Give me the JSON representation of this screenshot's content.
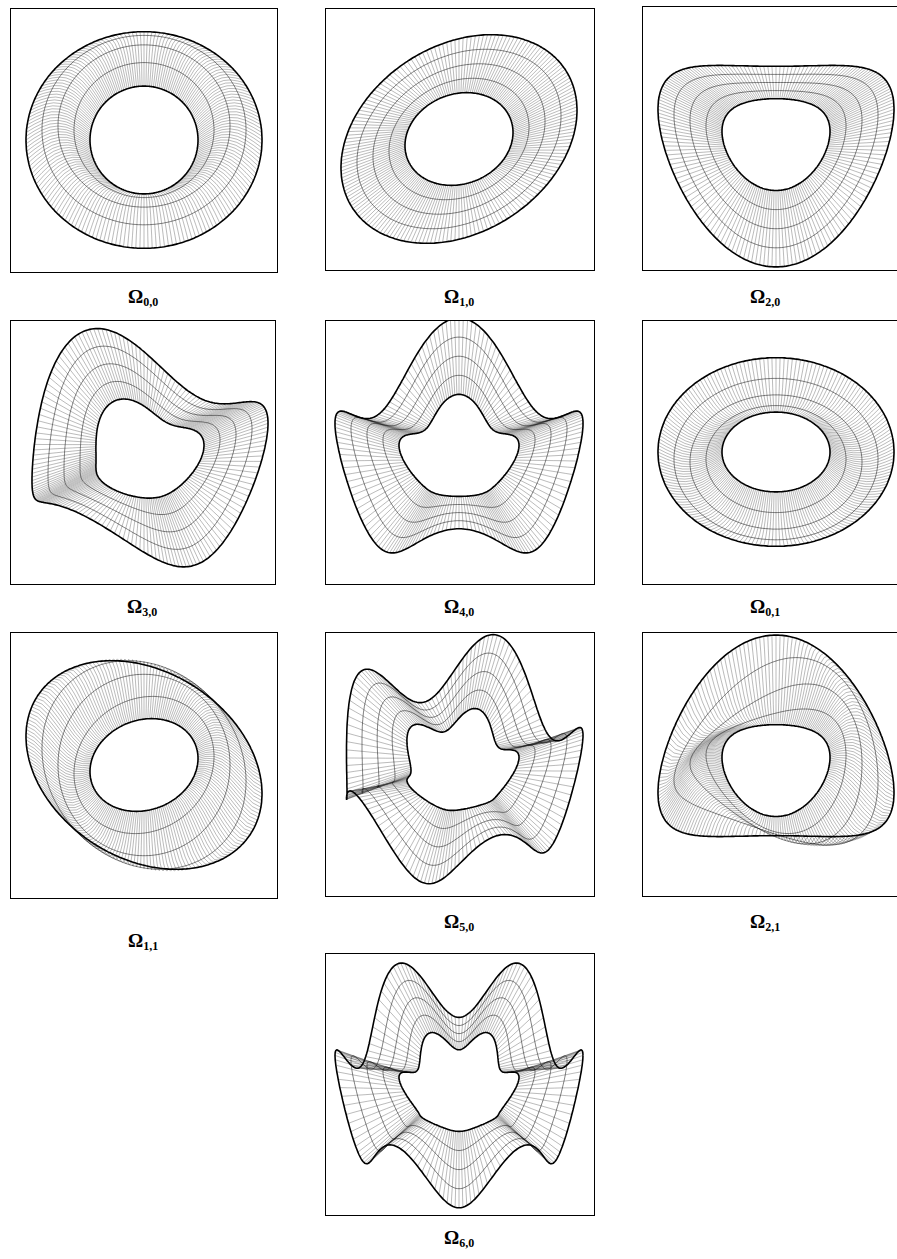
{
  "diagram": {
    "labels": [
      "Ω0,0",
      "Ω1,0",
      "Ω2,0",
      "Ω3,0",
      "Ω4,0",
      "Ω0,1",
      "Ω1,1",
      "Ω5,0",
      "Ω2,1",
      "Ω6,0"
    ]
  }
}
